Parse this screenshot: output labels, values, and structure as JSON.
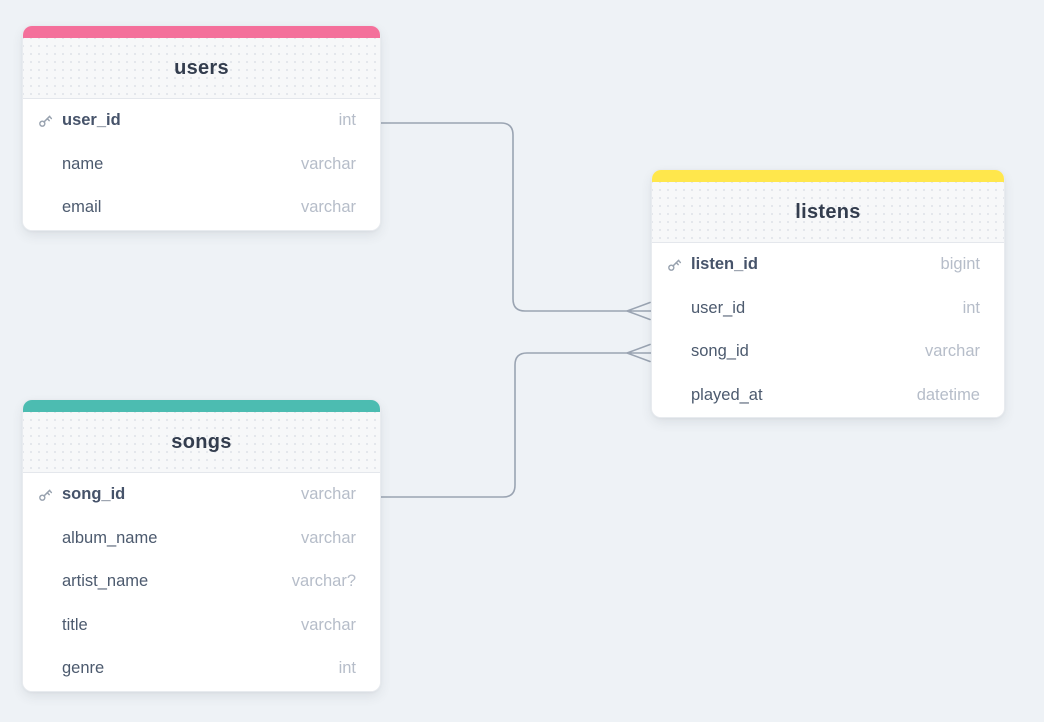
{
  "canvas": {
    "background_color": "#eef2f6",
    "connector_color": "#9aa4b2"
  },
  "icons": {
    "primary_key": "key-icon"
  },
  "tables": [
    {
      "name": "users",
      "accent_color": "#f4709b",
      "fields": [
        {
          "name": "user_id",
          "type": "int",
          "primary_key": true
        },
        {
          "name": "name",
          "type": "varchar",
          "primary_key": false
        },
        {
          "name": "email",
          "type": "varchar",
          "primary_key": false
        }
      ]
    },
    {
      "name": "listens",
      "accent_color": "#ffe74c",
      "fields": [
        {
          "name": "listen_id",
          "type": "bigint",
          "primary_key": true
        },
        {
          "name": "user_id",
          "type": "int",
          "primary_key": false
        },
        {
          "name": "song_id",
          "type": "varchar",
          "primary_key": false
        },
        {
          "name": "played_at",
          "type": "datetime",
          "primary_key": false
        }
      ]
    },
    {
      "name": "songs",
      "accent_color": "#4cbcb1",
      "fields": [
        {
          "name": "song_id",
          "type": "varchar",
          "primary_key": true
        },
        {
          "name": "album_name",
          "type": "varchar",
          "primary_key": false
        },
        {
          "name": "artist_name",
          "type": "varchar?",
          "primary_key": false
        },
        {
          "name": "title",
          "type": "varchar",
          "primary_key": false
        },
        {
          "name": "genre",
          "type": "int",
          "primary_key": false
        }
      ]
    }
  ],
  "relationships": [
    {
      "from": "users.user_id",
      "to": "listens.user_id",
      "cardinality": "one-to-many"
    },
    {
      "from": "songs.song_id",
      "to": "listens.song_id",
      "cardinality": "one-to-many"
    }
  ]
}
